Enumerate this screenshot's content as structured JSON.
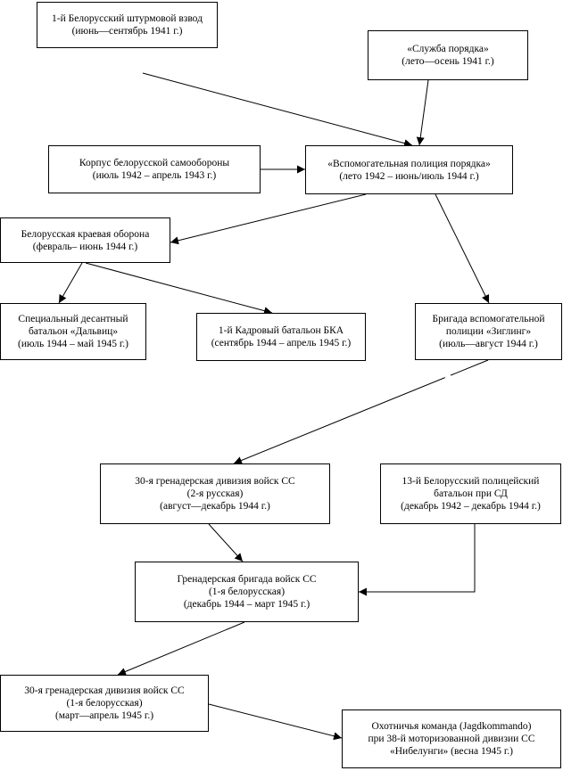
{
  "nodes": {
    "n1": {
      "lines": [
        "1-й Белорусский штурмовой взвод",
        "(июнь—сентябрь 1941 г.)"
      ]
    },
    "n2": {
      "lines": [
        "«Служба порядка»",
        "(лето—осень 1941 г.)"
      ]
    },
    "n3": {
      "lines": [
        "Корпус белорусской самообороны",
        "(июль 1942 – апрель 1943 г.)"
      ]
    },
    "n4": {
      "lines": [
        "«Вспомогательная полиция порядка»",
        "(лето 1942 – июнь/июль 1944 г.)"
      ]
    },
    "n5": {
      "lines": [
        "Белорусская краевая оборона",
        "(февраль– июнь 1944 г.)"
      ]
    },
    "n6": {
      "lines": [
        "Специальный десантный",
        "батальон «Дальвиц»",
        "(июль 1944 – май 1945 г.)"
      ]
    },
    "n7": {
      "lines": [
        "1-й Кадровый батальон БКА",
        "(сентябрь 1944 – апрель 1945 г.)"
      ]
    },
    "n8": {
      "lines": [
        "Бригада вспомогательной",
        "полиции «Зиглинг»",
        "(июль—август 1944 г.)"
      ]
    },
    "n9": {
      "lines": [
        "30-я гренадерская дивизия войск СС",
        "(2-я русская)",
        "(август—декабрь 1944 г.)"
      ]
    },
    "n10": {
      "lines": [
        "13-й Белорусский полицейский",
        "батальон при СД",
        "(декабрь 1942 – декабрь 1944 г.)"
      ]
    },
    "n11": {
      "lines": [
        "Гренадерская бригада войск СС",
        "(1-я белорусская)",
        "(декабрь 1944 – март 1945 г.)"
      ]
    },
    "n12": {
      "lines": [
        "30-я гренадерская дивизия войск СС",
        "(1-я белорусская)",
        "(март—апрель 1945 г.)"
      ]
    },
    "n13": {
      "lines": [
        "Охотничья команда (Jagdkommando)",
        "при 38-й моторизованной дивизии СС",
        "«Нибелунги» (весна 1945 г.)"
      ]
    }
  }
}
